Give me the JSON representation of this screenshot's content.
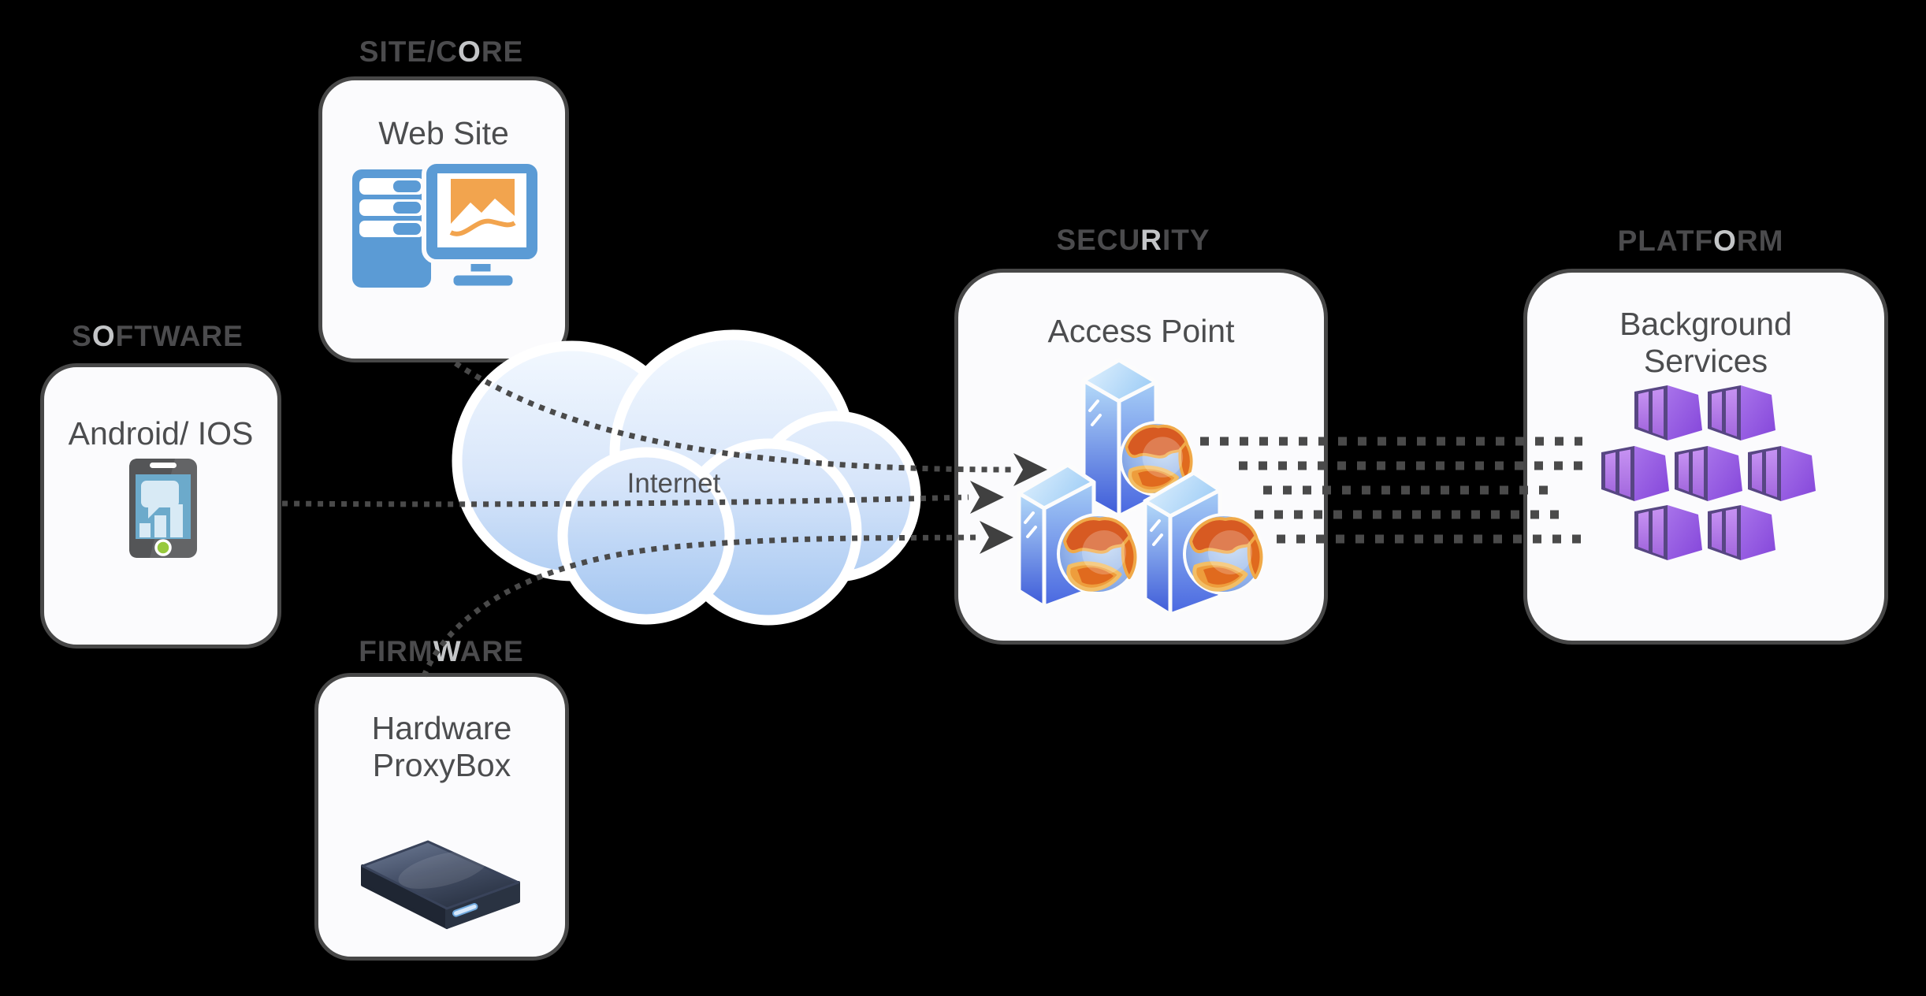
{
  "headers": {
    "site_core": {
      "pre": "SITE/C",
      "light": "O",
      "post": "RE"
    },
    "software": {
      "pre": "S",
      "light": "O",
      "post": "FTWARE"
    },
    "firmware": {
      "pre": "FIRM",
      "light": "W",
      "post": "ARE"
    },
    "security": {
      "pre": "SECU",
      "light": "R",
      "post": "ITY"
    },
    "platform": {
      "pre": "PLATF",
      "light": "O",
      "post": "RM"
    }
  },
  "nodes": {
    "web_site": {
      "title": "Web Site",
      "icon": "server-monitor-icon"
    },
    "android": {
      "title": "Android/ IOS",
      "icon": "smartphone-icon"
    },
    "proxybox": {
      "title": "Hardware ProxyBox",
      "icon": "proxy-box-device-icon"
    },
    "access_point": {
      "title": "Access Point",
      "icon": "server-towers-globes-icon"
    },
    "background_services": {
      "title": "Background Services",
      "icon": "container-cluster-icon"
    }
  },
  "cloud": {
    "label": "Internet",
    "icon": "cloud-icon"
  },
  "connections": [
    {
      "from": "web_site",
      "to": "access_point",
      "style": "dotted-arrow"
    },
    {
      "from": "android",
      "to": "access_point",
      "style": "dotted-arrow"
    },
    {
      "from": "proxybox",
      "to": "access_point",
      "style": "dotted-arrow"
    },
    {
      "from": "access_point",
      "to": "background_services",
      "style": "dotted-rows",
      "rows": 5
    }
  ],
  "colors": {
    "canvas_bg": "#000000",
    "node_bg": "#FBFBFD",
    "node_border": "#474747",
    "header_gray": "#4B4B4D",
    "header_light_letter": "#C3C5C7",
    "label_gray": "#4C4D4F",
    "connector_gray": "#4A4A4A",
    "icon_blue": "#5B9BD5",
    "icon_orange": "#F2A44E",
    "phone_screen_blue": "#6CAACB",
    "phone_green": "#97C93D",
    "tower_blue": "#4967E0",
    "globe_orange": "#E06A1E",
    "container_purple": "#8C52DD",
    "cloud_top": "#F5FAFF",
    "cloud_bottom": "#9FC3F0"
  }
}
